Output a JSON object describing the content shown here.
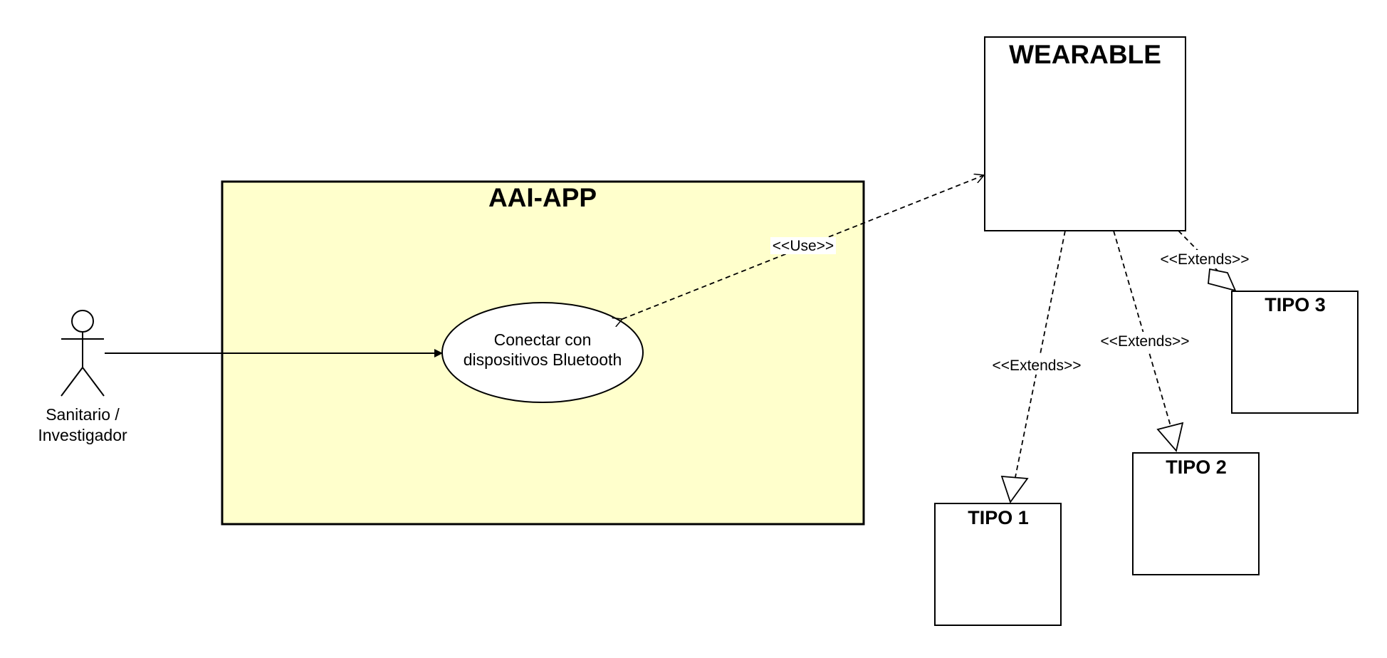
{
  "system": {
    "title": "AAI-APP",
    "fill_color": "#ffffcc",
    "border_color": "#000000"
  },
  "actor": {
    "name_line1": "Sanitario /",
    "name_line2": "Investigador"
  },
  "use_case": {
    "line1": "Conectar con",
    "line2": "dispositivos Bluetooth"
  },
  "wearable": {
    "title": "WEARABLE"
  },
  "types": [
    {
      "title": "TIPO 1"
    },
    {
      "title": "TIPO 2"
    },
    {
      "title": "TIPO 3"
    }
  ],
  "relations": {
    "use_label": "<<Use>>",
    "extends_label_1": "<<Extends>>",
    "extends_label_2": "<<Extends>>",
    "extends_label_3": "<<Extends>>"
  }
}
